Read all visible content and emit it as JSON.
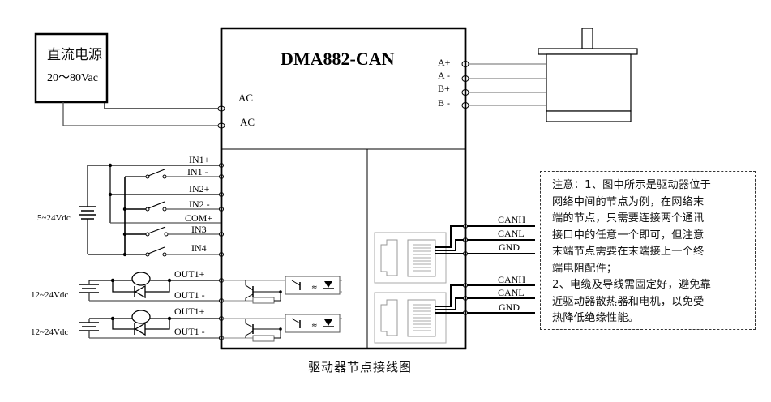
{
  "diagram": {
    "caption": "驱动器节点接线图",
    "driver": {
      "model": "DMA882-CAN",
      "power_terminals": [
        "AC",
        "AC"
      ],
      "motor_terminals": [
        "A+",
        "A -",
        "B+",
        "B -"
      ]
    },
    "power_supply": {
      "title": "直流电源",
      "range": "20～80Vac"
    },
    "inputs": {
      "supply_label": "5~24Vdc",
      "terminals": [
        "IN1+",
        "IN1 -",
        "IN2+",
        "IN2 -",
        "COM+",
        "IN3",
        "IN4"
      ]
    },
    "outputs": [
      {
        "supply_label": "12~24Vdc",
        "plus": "OUT1+",
        "minus": "OUT1 -"
      },
      {
        "supply_label": "12~24Vdc",
        "plus": "OUT1+",
        "minus": "OUT1 -"
      }
    ],
    "can_ports": [
      {
        "lines": [
          "CANH",
          "CANL",
          "GND"
        ]
      },
      {
        "lines": [
          "CANH",
          "CANL",
          "GND"
        ]
      }
    ],
    "note": {
      "lines": [
        "注意：1、图中所示是驱动器位于",
        "网络中间的节点为例，在网络末",
        "端的节点，只需要连接两个通讯",
        "接口中的任意一个即可，但注意",
        "末端节点需要在末端接上一个终",
        "端电阻配件；",
        "2、电缆及导线需固定好，避免靠",
        "近驱动器散热器和电机，以免受",
        "热降低绝缘性能。"
      ]
    }
  }
}
